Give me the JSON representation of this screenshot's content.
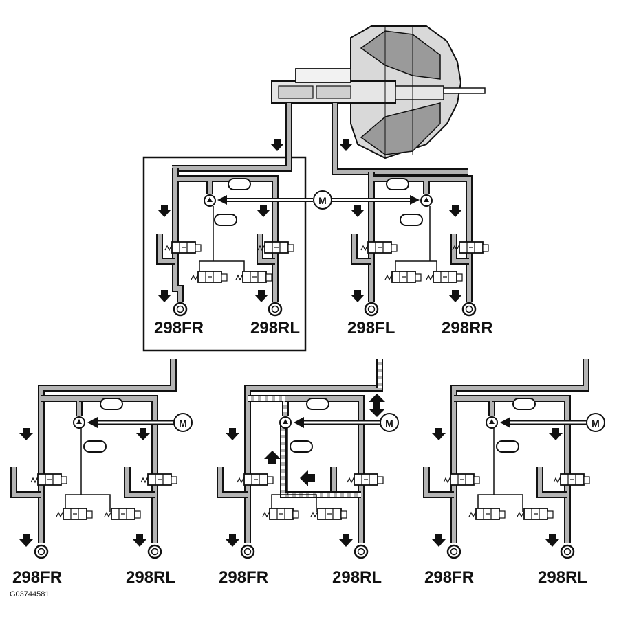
{
  "figure_id": "G03744581",
  "motor_label": "M",
  "top_panel": {
    "labels": [
      "298FR",
      "298RL",
      "298FL",
      "298RR"
    ]
  },
  "bottom_panels": [
    {
      "labels": [
        "298FR",
        "298RL"
      ]
    },
    {
      "labels": [
        "298FR",
        "298RL"
      ]
    },
    {
      "labels": [
        "298FR",
        "298RL"
      ]
    }
  ],
  "colors": {
    "line": "#111111",
    "pipe_fill": "#b4b4b4",
    "background": "#ffffff"
  }
}
